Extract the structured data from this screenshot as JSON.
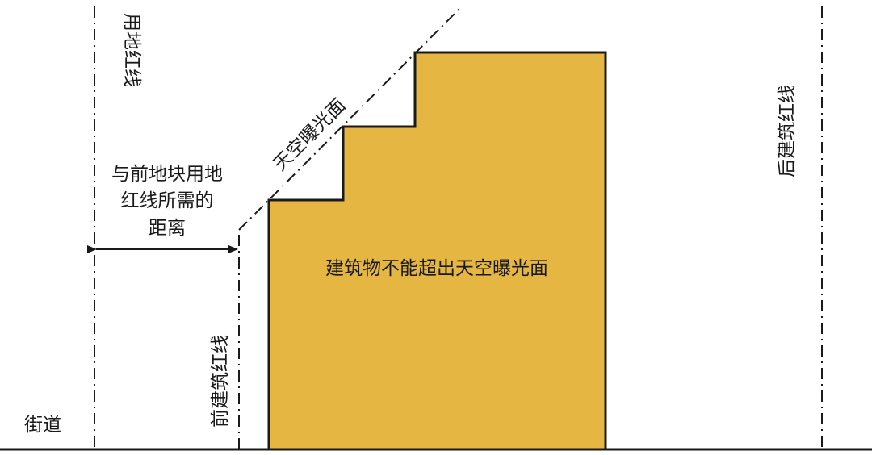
{
  "labels": {
    "land_red_line": "用地红线",
    "rear_building_red_line": "后建筑红线",
    "front_building_red_line": "前建筑红线",
    "street": "街道",
    "sky_exposure_plane": "天空曝光面",
    "distance_line1": "与前地块用地",
    "distance_line2": "红线所需的",
    "distance_line3": "距离",
    "building_rule": "建筑物不能超出天空曝光面"
  },
  "colors": {
    "building_fill": "#E6B643",
    "line": "#1a1a1a",
    "background": "#ffffff"
  }
}
